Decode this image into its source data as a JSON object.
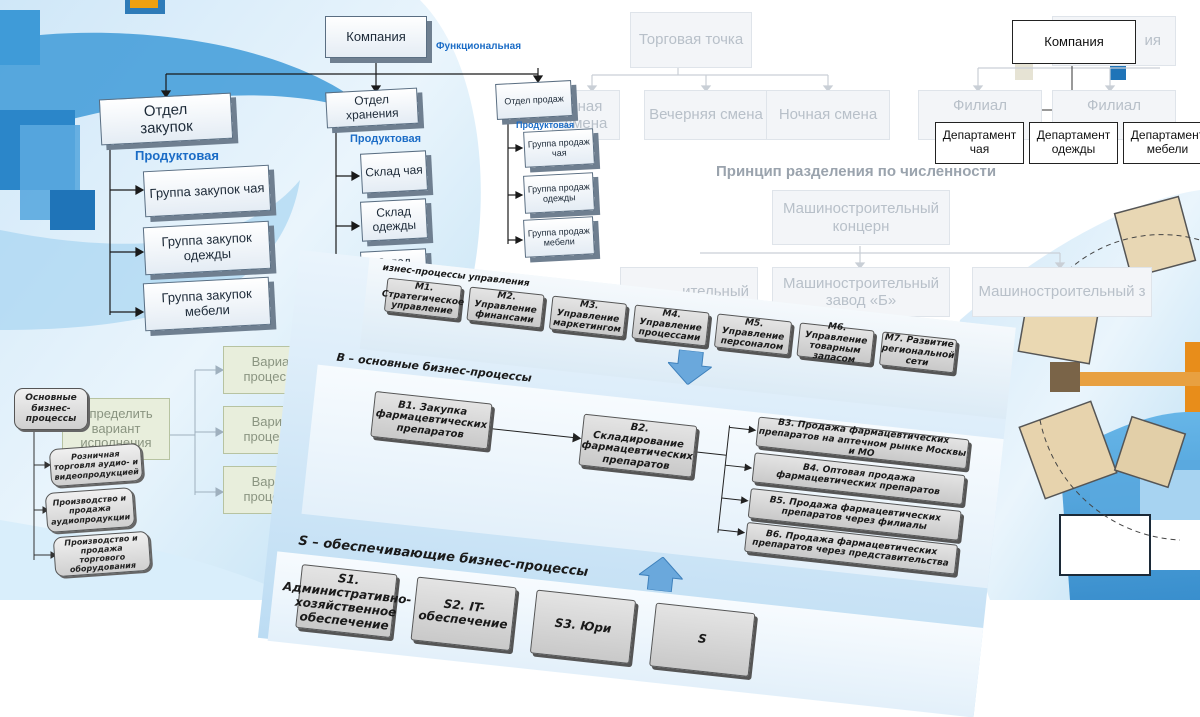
{
  "left_chart": {
    "company": "Компания",
    "functional_label": "Функциональная",
    "dept_purchase": "Отдел закупок",
    "dept_storage": "Отдел хранения",
    "dept_sales": "Отдел продаж",
    "product_label": "Продуктовая",
    "purchase_groups": [
      "Группа закупок чая",
      "Группа закупок одежды",
      "Группа закупок мебели"
    ],
    "warehouses": [
      "Склад чая",
      "Склад одежды",
      "Склад мебели"
    ],
    "sales_groups": [
      "Группа продаж чая",
      "Группа продаж одежды",
      "Группа продаж мебели"
    ]
  },
  "right_chart": {
    "trade_point": "Торговая точка",
    "shift_partial": "вная смена",
    "evening_shift": "Вечерняя смена",
    "night_shift": "Ночная смена",
    "branch_1": "Филиал",
    "branch_2": "Филиал",
    "company_partial": "ия",
    "principle": "Принцип разделения по численности",
    "concern": "Машиностроительный концерн",
    "plant_a_partial": "ительный",
    "plant_b": "Машиностроительный завод «Б»",
    "plant_c_partial": "Машиностроительный з",
    "company": "Компания",
    "departments": [
      "Департамент чая",
      "Департамент одежды",
      "Департамент мебели"
    ]
  },
  "variants": {
    "core": "Основные бизнес-процессы",
    "define": "Определить вариант исполнения",
    "items": [
      "Вариант процесса 1",
      "Вариант процесса 2",
      "Вариант процесса 3"
    ],
    "kinds": [
      "Розничная торговля аудио- и видеопродукцией",
      "Производство и продажа аудиопродукции",
      "Производство и продажа торгового оборудования"
    ]
  },
  "process_map": {
    "m_title": "изнес-процессы управления",
    "m_items": [
      "М1. Стратегическое управление",
      "М2. Управление финансами",
      "М3. Управление маркетингом",
      "М4. Управление процессами",
      "М5. Управление персоналом",
      "М6. Управление товарным запасом",
      "М7. Развитие региональной сети"
    ],
    "b_title": "В – основные бизнес-процессы",
    "b1": "В1. Закупка фармацевтических препаратов",
    "b2": "В2. Складирование фармацевтических препаратов",
    "b_out": [
      "В3. Продажа фармацевтических препаратов на аптечном рынке Москвы и МО",
      "В4. Оптовая продажа фармацевтических препаратов",
      "В5. Продажа фармацевтических препаратов через филиалы",
      "В6. Продажа фармацевтических препаратов через представительства"
    ],
    "s_title": "S – обеспечивающие бизнес-процессы",
    "s_items": [
      "S1. Административно-хозяйственное обеспечение",
      "S2. IT-обеспечение",
      "S3. Юри",
      "S"
    ]
  },
  "colors": {
    "sky": "#3f9bd8",
    "panel": "#cfe6f7",
    "dark_blue": "#1b6cc6",
    "box_gray": "#d6d6d6"
  }
}
